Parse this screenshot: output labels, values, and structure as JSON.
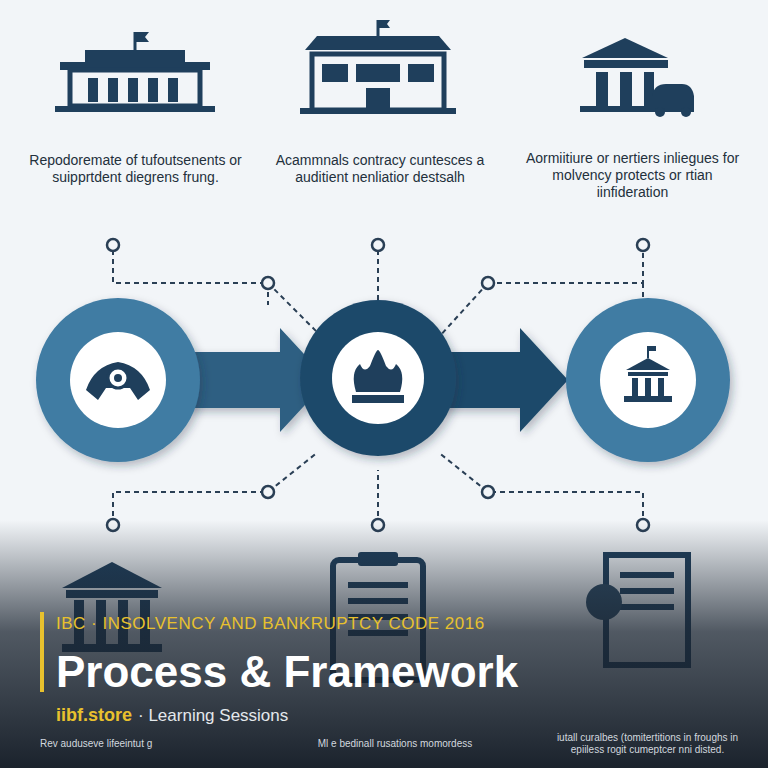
{
  "diagram": {
    "title": "Process & Framework",
    "labels": [
      "IBC · INSOLVENCY AND BANKRUPTCY CODE 2016",
      "iibf.store",
      "· Learning Sessions",
      "Repodoremate of tufoutsenents or suipprtdent diegrens frung.",
      "Acammnals contracy cuntesces a auditient nenliatior destsalh",
      "Aormiitiure or nertiers inliegues for molvency protects or rtian iinfideration",
      "Rev auduseve lifeeintut g",
      "Ml e bedinall rusations momordess",
      "iutall curalbes (tomitertitions in froughs in epiiless rogit cumeptcer nni disted."
    ]
  }
}
